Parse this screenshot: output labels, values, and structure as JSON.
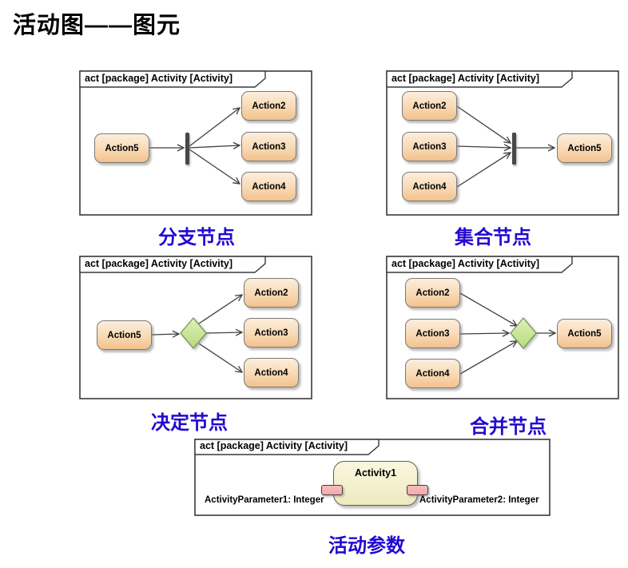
{
  "title": "活动图——图元",
  "frame_label": "act [package] Activity [Activity]",
  "colors": {
    "title_color": "#000000",
    "caption_color": "#2208D0",
    "frame_border": "#3a3a3a",
    "connector_color": "#3f3f3f",
    "bar_color": "#474747",
    "action_fill_top": "#FCEEDC",
    "action_fill_bottom": "#F2C28C",
    "action_border": "#7a7a7a",
    "diamond_fill_top": "#DDF0B6",
    "diamond_fill_bottom": "#B7DB7D",
    "diamond_border": "#6f8f4f",
    "activity_fill_top": "#FAF7DE",
    "activity_fill_bottom": "#EFE9BF",
    "param_fill": "#F2A9A9"
  },
  "panels": {
    "fork": {
      "caption": "分支节点",
      "source": "Action5",
      "targets": [
        "Action2",
        "Action3",
        "Action4"
      ]
    },
    "join": {
      "caption": "集合节点",
      "sources": [
        "Action2",
        "Action3",
        "Action4"
      ],
      "target": "Action5"
    },
    "decision": {
      "caption": "决定节点",
      "source": "Action5",
      "targets": [
        "Action2",
        "Action3",
        "Action4"
      ]
    },
    "merge": {
      "caption": "合并节点",
      "sources": [
        "Action2",
        "Action3",
        "Action4"
      ],
      "target": "Action5"
    },
    "params": {
      "caption": "活动参数",
      "activity": "Activity1",
      "left_param": "ActivityParameter1: Integer",
      "right_param": "ActivityParameter2: Integer"
    }
  }
}
